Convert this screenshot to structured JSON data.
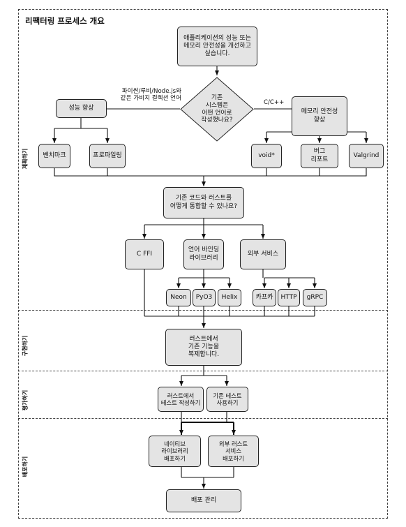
{
  "title": "리팩터링 프로세스 개요",
  "sections": {
    "plan": "계획하기",
    "implement": "구현하기",
    "evaluate": "평가하기",
    "deploy": "배포하기"
  },
  "nodes": {
    "start": "애플리케이션의 성능 또는\n메모리 안전성을 개선하고\n싶습니다.",
    "decision": "기존\n시스템은\n어떤 언어로\n작성했나요?",
    "performance": "성능 향상",
    "memory_safety": "메모리 안전성\n향상",
    "benchmark": "벤치마크",
    "profiling": "프로파일링",
    "void_ptr": "void*",
    "bug_report": "버그\n리포트",
    "valgrind": "Valgrind",
    "integrate": "기존 코드와 러스트를\n어떻게 통합할 수 있나요?",
    "c_ffi": "C FFI",
    "lang_binding": "언어 바인딩\n라이브러리",
    "external_service": "외부 서비스",
    "neon": "Neon",
    "pyo3": "PyO3",
    "helix": "Helix",
    "kafka": "카프카",
    "http": "HTTP",
    "grpc": "gRPC",
    "replicate": "러스트에서\n기존 기능을\n복제합니다.",
    "rust_tests": "러스트에서\n테스트 작성하기",
    "existing_tests": "기존 테스트\n사용하기",
    "native_lib": "네이티브\n라이브러리\n배포하기",
    "ext_service_deploy": "외부 러스트\n서비스\n배포하기",
    "deploy_mgmt": "배포 관리"
  },
  "edge_labels": {
    "gc_languages": "파이썬/루비/Node.js와\n같은 가비지 컬렉션 언어",
    "c_cpp": "C/C++"
  }
}
